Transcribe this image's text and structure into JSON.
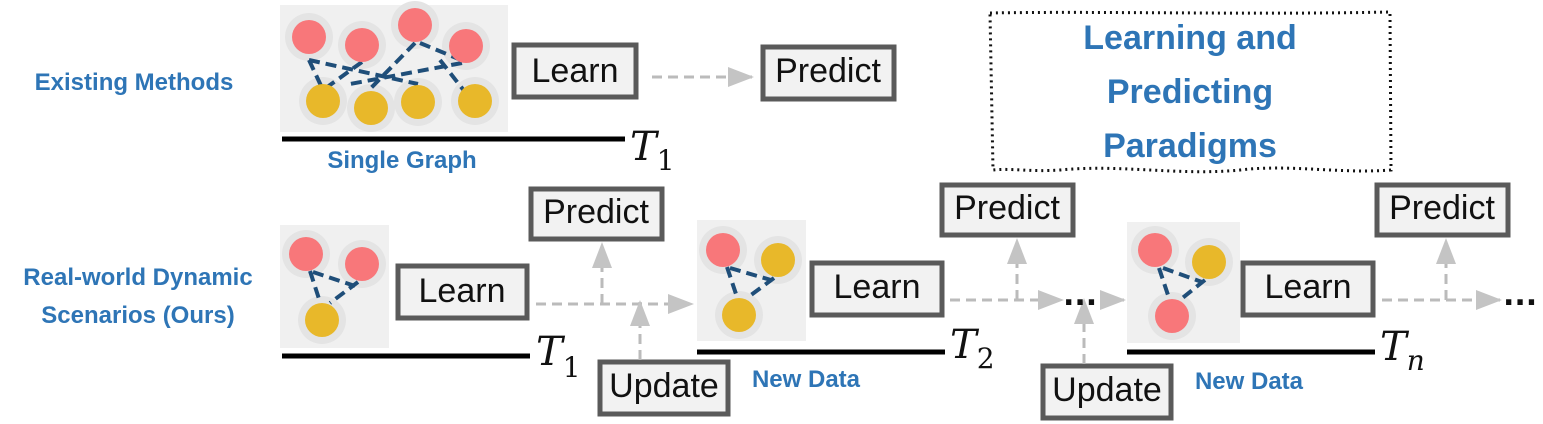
{
  "title": "Learning and Predicting Paradigms",
  "title_lines": [
    "Learning and",
    "Predicting",
    "Paradigms"
  ],
  "existing": {
    "row_label": "Existing Methods",
    "graph_caption": "Single Graph",
    "learn": "Learn",
    "predict": "Predict",
    "time": {
      "base": "T",
      "sub": "1"
    }
  },
  "dynamic": {
    "row_label_line1": "Real-world Dynamic",
    "row_label_line2": "Scenarios (Ours)",
    "learn": "Learn",
    "predict": "Predict",
    "update": "Update",
    "new_data": "New Data",
    "ellipsis": "...",
    "times": [
      {
        "base": "T",
        "sub": "1"
      },
      {
        "base": "T",
        "sub": "2"
      },
      {
        "base": "T",
        "sub": "n"
      }
    ]
  },
  "colors": {
    "label_blue": "#2e75b6",
    "node_red": "#f8777a",
    "node_yellow": "#e8b82a",
    "edge_navy": "#1f4e79",
    "arrow_gray": "#bbbbbb",
    "box_border": "#5a5a5a",
    "box_fill": "#f2f2f2",
    "graph_bg": "#f0f0f0"
  }
}
